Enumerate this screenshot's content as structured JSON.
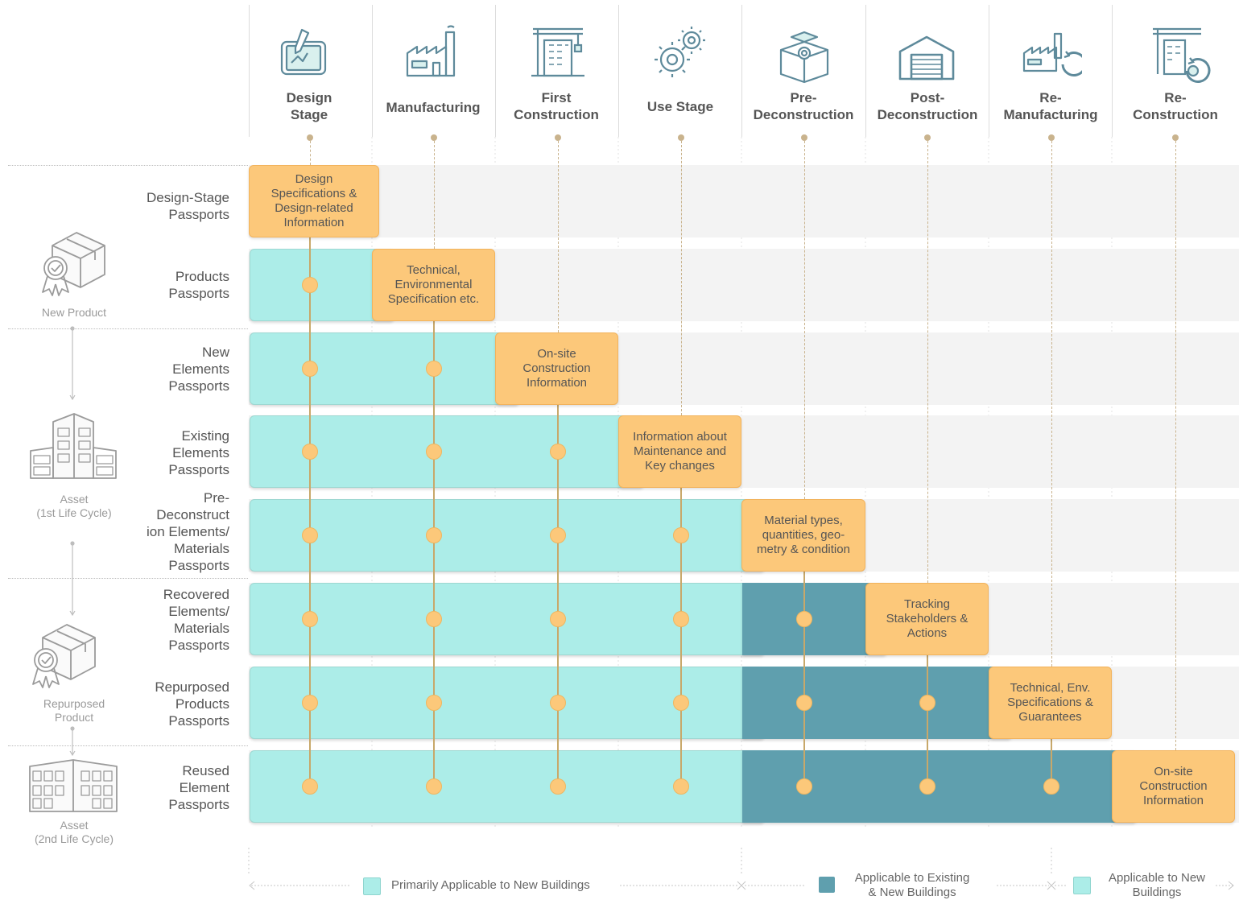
{
  "stages": [
    {
      "title": "Design\nStage",
      "icon": "tablet-pen-icon"
    },
    {
      "title": "Manufacturing",
      "icon": "factory-icon"
    },
    {
      "title": "First\nConstruction",
      "icon": "crane-building-icon"
    },
    {
      "title": "Use Stage",
      "icon": "gears-icon"
    },
    {
      "title": "Pre-\nDeconstruction",
      "icon": "box-gear-icon"
    },
    {
      "title": "Post-\nDeconstruction",
      "icon": "warehouse-icon"
    },
    {
      "title": "Re-\nManufacturing",
      "icon": "factory-recycle-icon"
    },
    {
      "title": "Re-\nConstruction",
      "icon": "crane-recycle-icon"
    }
  ],
  "rows": [
    {
      "label": "Design-Stage\nPassports",
      "info": "Design\nSpecifications &\nDesign-related\nInformation",
      "info_stage": 0,
      "existing": false
    },
    {
      "label": "Products\nPassports",
      "info": "Technical,\nEnvironmental\nSpecification etc.",
      "info_stage": 1,
      "existing": false
    },
    {
      "label": "New\nElements\nPassports",
      "info": "On-site\nConstruction\nInformation",
      "info_stage": 2,
      "existing": false
    },
    {
      "label": "Existing\nElements\nPassports",
      "info": "Information about\nMaintenance and\nKey changes",
      "info_stage": 3,
      "existing": false
    },
    {
      "label": "Pre-\nDeconstruct\nion Elements/\nMaterials\nPassports",
      "info": "Material types,\nquantities, geo-\nmetry & condition",
      "info_stage": 4,
      "existing": false
    },
    {
      "label": "Recovered\nElements/\nMaterials\nPassports",
      "info": "Tracking\nStakeholders &\nActions",
      "info_stage": 5,
      "existing": true
    },
    {
      "label": "Repurposed\nProducts\nPassports",
      "info": "Technical, Env.\nSpecifications &\nGuarantees",
      "info_stage": 6,
      "existing": true
    },
    {
      "label": "Reused\nElement\nPassports",
      "info": "On-site\nConstruction\nInformation",
      "info_stage": 7,
      "existing": true
    }
  ],
  "categories": [
    {
      "label": "New Product",
      "icon": "product-box-badge-icon"
    },
    {
      "label": "Asset\n(1st Life Cycle)",
      "icon": "building-icon"
    },
    {
      "label": "Repurposed\nProduct",
      "icon": "product-box-badge-icon"
    },
    {
      "label": "Asset\n(2nd Life Cycle)",
      "icon": "building-icon"
    }
  ],
  "legend": [
    {
      "label": "Primarily Applicable to New Buildings",
      "color": "#acede8"
    },
    {
      "label": "Applicable to Existing\n& New Buildings",
      "color": "#5f9fae"
    },
    {
      "label": "Applicable to New\nBuildings",
      "color": "#acede8"
    }
  ],
  "colors": {
    "new_buildings": "#acede8",
    "existing_buildings": "#5f9fae",
    "info_box": "#fcc87a"
  }
}
